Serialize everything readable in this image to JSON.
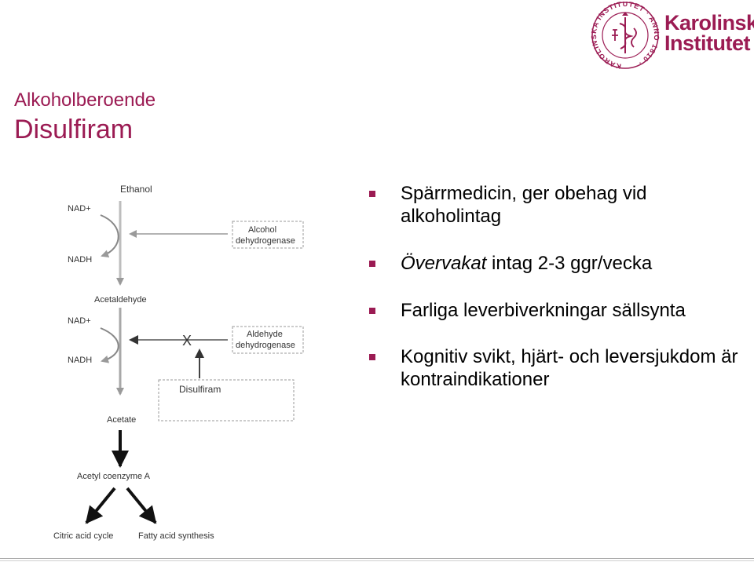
{
  "header": {
    "subtitle": "Alkoholberoende",
    "title": "Disulfiram"
  },
  "logo": {
    "line1": "Karolinska",
    "line2": "Institutet",
    "seal_text": "KAROLINSKA INSTITUTET · ANNO 1810 ·",
    "brand_color": "#9b1b53"
  },
  "bullets": [
    {
      "parts": [
        {
          "text": "Spärrmedicin, ger obehag vid alkoholintag",
          "italic": false
        }
      ]
    },
    {
      "parts": [
        {
          "text": "Övervakat",
          "italic": true
        },
        {
          "text": " intag 2-3 ggr/vecka",
          "italic": false
        }
      ]
    },
    {
      "parts": [
        {
          "text": "Farliga leverbiverkningar sällsynta",
          "italic": false
        }
      ]
    },
    {
      "parts": [
        {
          "text": "Kognitiv svikt, hjärt- och leversjukdom är kontraindikationer",
          "italic": false
        }
      ]
    }
  ],
  "diagram": {
    "ethanol": "Ethanol",
    "nad1": "NAD+",
    "nadh1": "NADH",
    "adh": [
      "Alcohol",
      "dehydrogenase"
    ],
    "acetaldehyde": "Acetaldehyde",
    "nad2": "NAD+",
    "nadh2": "NADH",
    "x_mark": "X",
    "aldh": [
      "Aldehyde",
      "dehydrogenase"
    ],
    "disulfiram": "Disulfiram",
    "acetate": "Acetate",
    "acetylcoa": "Acetyl coenzyme A",
    "citric": "Citric acid cycle",
    "fatty": "Fatty acid synthesis"
  }
}
